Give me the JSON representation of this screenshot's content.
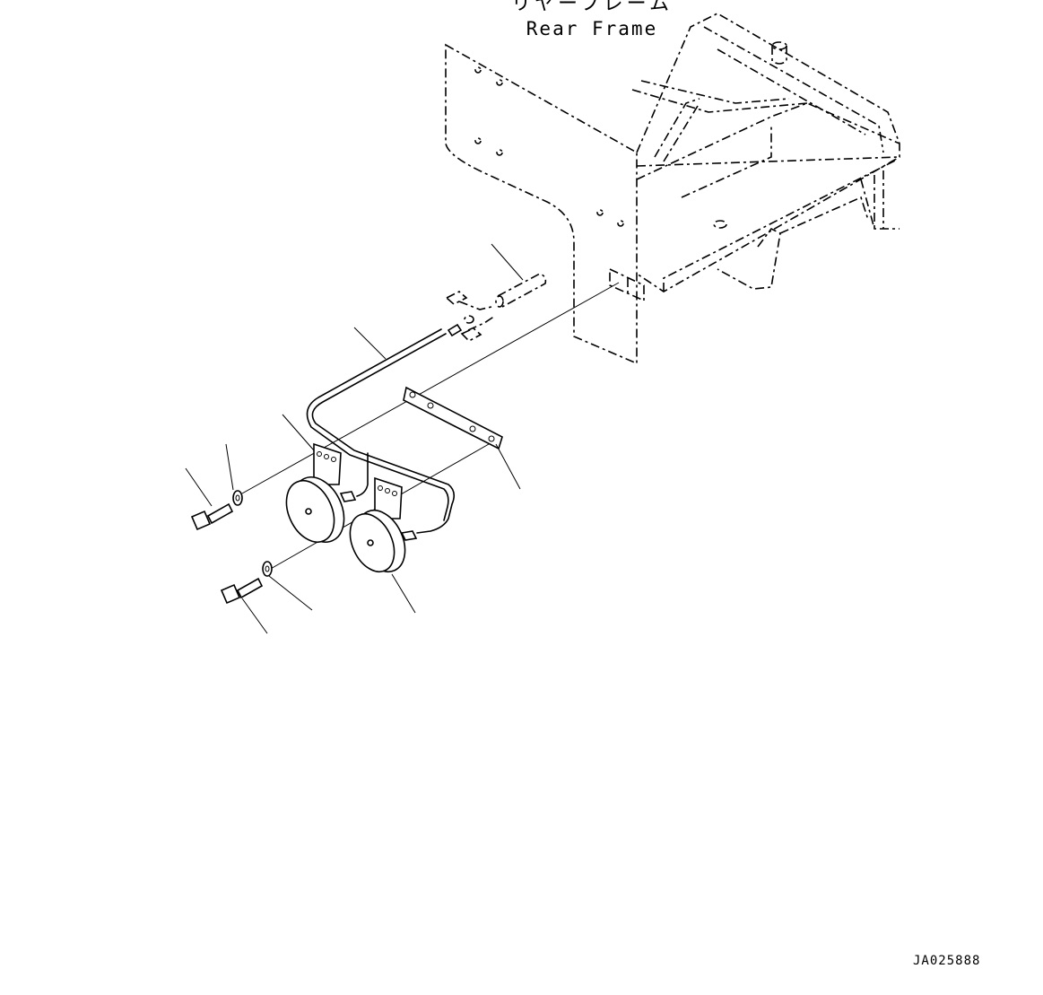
{
  "diagram": {
    "frame_label_jp": "リヤーフレーム",
    "frame_label_en": "Rear Frame",
    "drawing_code": "JA025888"
  },
  "colors": {
    "ink": "#000000",
    "paper": "#ffffff"
  }
}
